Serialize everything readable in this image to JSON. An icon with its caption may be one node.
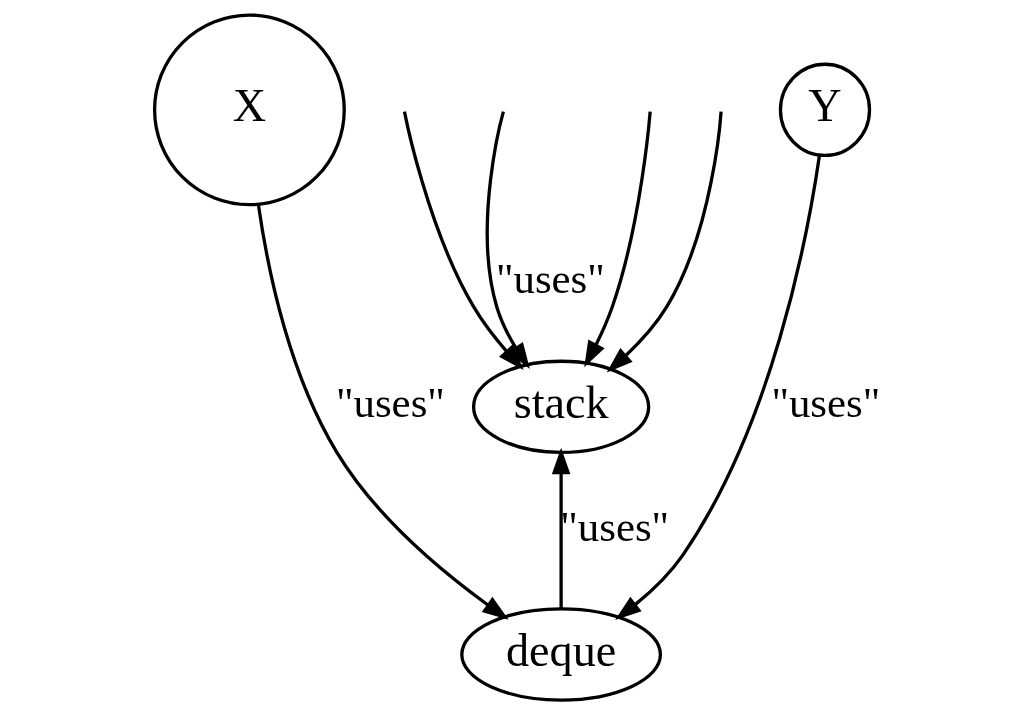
{
  "diagram": {
    "nodes": [
      {
        "text": [
          "X"
        ]
      },
      {
        "text": [
          "stack"
        ]
      },
      {
        "text": [
          "Y"
        ]
      },
      {
        "text": [
          "deque"
        ]
      }
    ],
    "edges": [
      {
        "from": null,
        "to": 1,
        "arrow": "to"
      },
      {
        "from": null,
        "to": 1,
        "arrow": "to",
        "label": "\"uses\""
      },
      {
        "from": null,
        "to": 1,
        "arrow": "to"
      },
      {
        "from": null,
        "to": 1,
        "arrow": "to"
      },
      {
        "from": 0,
        "to": 3,
        "arrow": "to",
        "label": "\"uses\""
      },
      {
        "from": 3,
        "to": 1,
        "arrow": "to",
        "label": "\"uses\""
      },
      {
        "from": 2,
        "to": 3,
        "arrow": "to",
        "label": "\"uses\""
      }
    ]
  }
}
